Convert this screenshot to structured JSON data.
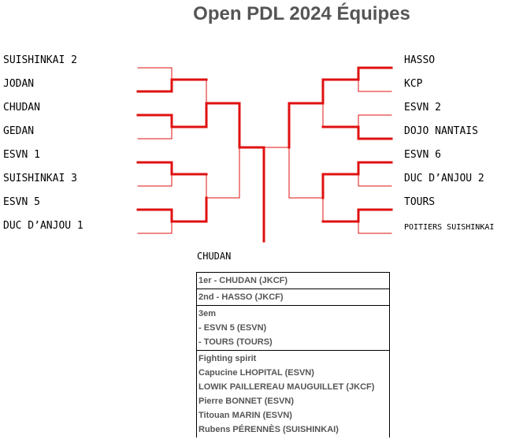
{
  "title": "Open PDL 2024 Équipes",
  "left_teams": [
    "SUISHINKAI 2",
    "JODAN",
    "CHUDAN",
    "GEDAN",
    "ESVN 1",
    "SUISHINKAI 3",
    "ESVN 5",
    "DUC D’ANJOU 1"
  ],
  "right_teams": [
    "HASSO",
    "KCP",
    "ESVN 2",
    "DOJO NANTAIS",
    "ESVN 6",
    "DUC D’ANJOU 2",
    "TOURS",
    "POITIERS SUISHINKAI"
  ],
  "winner": "CHUDAN",
  "colors": {
    "bracket": "#e01010",
    "title": "#555555"
  },
  "results": {
    "first": "1er - CHUDAN (JKCF)",
    "second": "2nd - HASSO (JKCF)",
    "third_label": "3em",
    "third": [
      "- ESVN 5 (ESVN)",
      "- TOURS (TOURS)"
    ],
    "fighting_label": "Fighting spirit",
    "fighting": [
      "Capucine LHOPITAL (ESVN)",
      "LOWIK PAILLEREAU MAUGUILLET (JKCF)",
      "Pierre BONNET (ESVN)",
      "Titouan MARIN (ESVN)",
      "Rubens PÉRENNÈS (SUISHINKAI)"
    ]
  }
}
